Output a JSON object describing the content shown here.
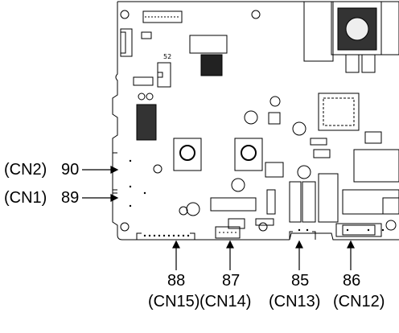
{
  "board": {
    "silkscreen_text": "52"
  },
  "callouts": [
    {
      "id": "cn2",
      "number": "90",
      "connector": "(CN2)"
    },
    {
      "id": "cn1",
      "number": "89",
      "connector": "(CN1)"
    },
    {
      "id": "cn15",
      "number": "88",
      "connector": "(CN15)"
    },
    {
      "id": "cn14",
      "number": "87",
      "connector": "(CN14)"
    },
    {
      "id": "cn13",
      "number": "85",
      "connector": "(CN13)"
    },
    {
      "id": "cn12",
      "number": "86",
      "connector": "(CN12)"
    }
  ]
}
